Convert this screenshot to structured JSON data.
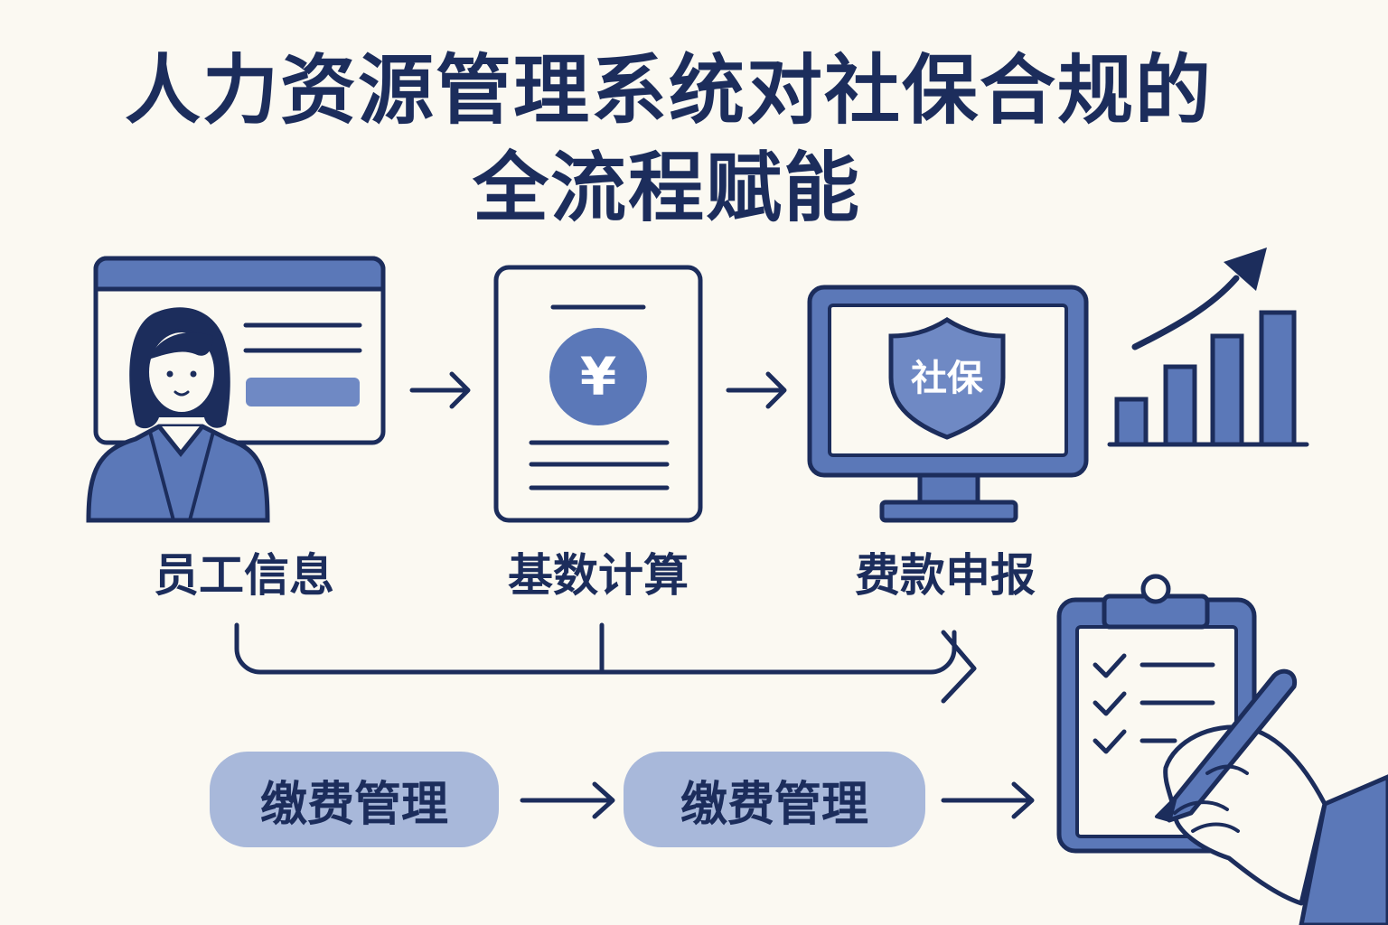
{
  "title": {
    "line1": "人力资源管理系统对社保合规的",
    "line2": "全流程赋能"
  },
  "steps": [
    {
      "label": "员工信息",
      "icon": "employee-profile-card-icon"
    },
    {
      "label": "基数计算",
      "icon": "yuan-document-icon"
    },
    {
      "label": "费款申报",
      "icon": "shield-monitor-icon"
    }
  ],
  "shield_text": "社保",
  "currency_symbol": "¥",
  "bottom_flow": [
    {
      "label": "缴费管理"
    },
    {
      "label": "缴费管理"
    }
  ],
  "icons": {
    "growth_chart": "growth-bar-chart-icon",
    "clipboard": "clipboard-checklist-icon"
  },
  "colors": {
    "navy": "#1c2d5c",
    "accent": "#5b78b8",
    "light_accent": "#a8b8da",
    "background": "#fbf9f2"
  }
}
